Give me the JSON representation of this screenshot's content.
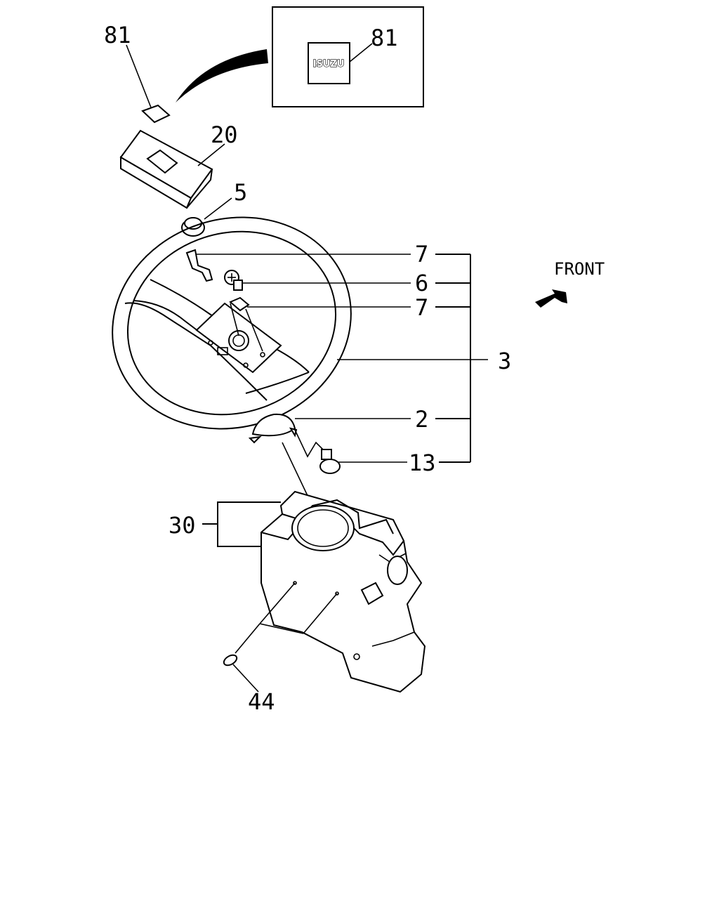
{
  "callouts": {
    "emblem": "81",
    "emblem_detail": "81",
    "horn_pad": "20",
    "nut": "5",
    "plate_top": "7",
    "screw": "6",
    "plate_mid": "7",
    "wheel_assembly": "3",
    "ring": "2",
    "horn_switch": "13",
    "column_cover": "30",
    "cover_screw": "44"
  },
  "emblem_text": "ISUZU",
  "direction_label": "FRONT"
}
